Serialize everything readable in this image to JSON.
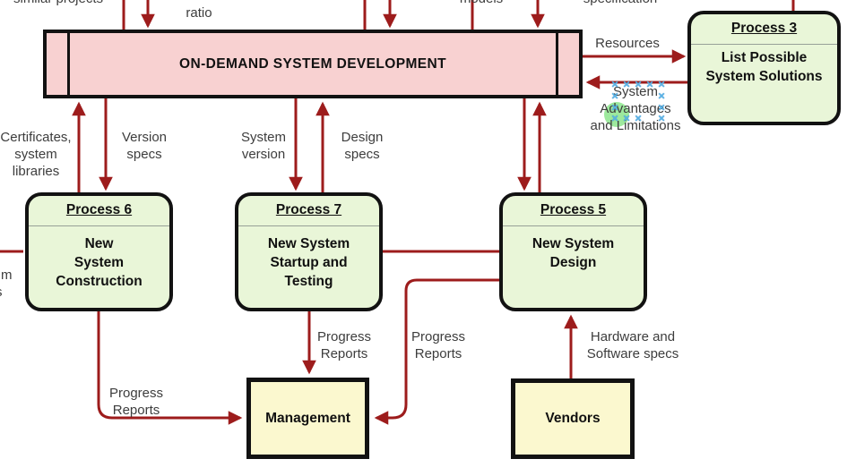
{
  "diagram": {
    "main_process": {
      "title": "ON-DEMAND SYSTEM DEVELOPMENT"
    },
    "processes": {
      "p3": {
        "header": "Process 3",
        "body": "List Possible\nSystem Solutions"
      },
      "p6": {
        "header": "Process 6",
        "body": "New\nSystem\nConstruction"
      },
      "p7": {
        "header": "Process 7",
        "body": "New System\nStartup and\nTesting"
      },
      "p5": {
        "header": "Process 5",
        "body": "New System\nDesign"
      }
    },
    "entities": {
      "management": {
        "label": "Management"
      },
      "vendors": {
        "label": "Vendors"
      }
    },
    "flow_labels": {
      "similar_projects": "similar projects",
      "cost_benefit_ratio": "cost/benefit\nratio",
      "models": "models",
      "specification": "specification",
      "resources": "Resources",
      "system_advantages": "System\nAdvantages\nand Limitations",
      "certificates": "Certificates,\nsystem\nlibraries",
      "version_specs": "Version\nspecs",
      "system_version": "System\nversion",
      "design_specs": "Design\nspecs",
      "progress_reports_left": "Progress\nReports",
      "progress_reports_mid": "Progress\nReports",
      "progress_reports_right": "Progress\nReports",
      "hardware_software": "Hardware and\nSoftware specs",
      "partial_left_1": "m",
      "partial_left_2": "s"
    },
    "colors": {
      "main_fill": "#f8d1d1",
      "process_fill": "#e9f6d8",
      "entity_fill": "#fbf8cf",
      "arrow": "#9d1c1c",
      "border": "#121212",
      "label_text": "#3d3d3d",
      "selection_handle": "#58b2e6",
      "presence_cursor": "#6ede6e"
    }
  }
}
